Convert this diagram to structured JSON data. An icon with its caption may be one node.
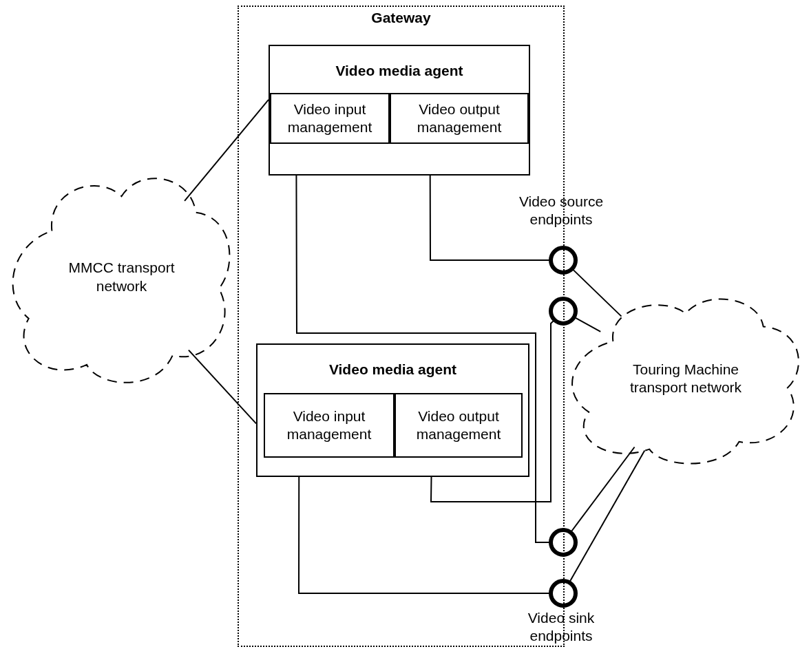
{
  "diagram": {
    "nodes": [
      {
        "text": [
          "Gateway"
        ]
      },
      {
        "text": [
          "Video media agent"
        ],
        "in": 0
      },
      {
        "text": [
          "Video input management"
        ],
        "in": 1
      },
      {
        "text": [
          "Video output management"
        ],
        "in": 1
      },
      {
        "text": [
          "Video media agent"
        ],
        "in": 0
      },
      {
        "text": [
          "Video input management"
        ],
        "in": 4
      },
      {
        "text": [
          "Video output management"
        ],
        "in": 4
      },
      {
        "text": [
          "MMCC transport network"
        ]
      },
      {
        "text": [
          "Touring Machine transport network"
        ]
      },
      {
        "text": [],
        "shape": "circle"
      },
      {
        "text": [],
        "shape": "circle"
      },
      {
        "text": [],
        "shape": "circle"
      },
      {
        "text": [],
        "shape": "circle"
      }
    ],
    "edges": [
      {
        "from": 7,
        "to": 1,
        "arrow": "none"
      },
      {
        "from": 7,
        "to": 4,
        "arrow": "none"
      },
      {
        "from": 3,
        "to": 9,
        "arrow": "none"
      },
      {
        "from": 2,
        "to": 11,
        "arrow": "none"
      },
      {
        "from": 6,
        "to": 10,
        "arrow": "none"
      },
      {
        "from": 5,
        "to": 12,
        "arrow": "none"
      },
      {
        "from": 9,
        "to": 8,
        "arrow": "none"
      },
      {
        "from": 10,
        "to": 8,
        "arrow": "none"
      },
      {
        "from": 11,
        "to": 8,
        "arrow": "none"
      },
      {
        "from": 12,
        "to": 8,
        "arrow": "none"
      }
    ],
    "labels": [
      "Video source endpoints",
      "Video sink endpoints"
    ]
  }
}
